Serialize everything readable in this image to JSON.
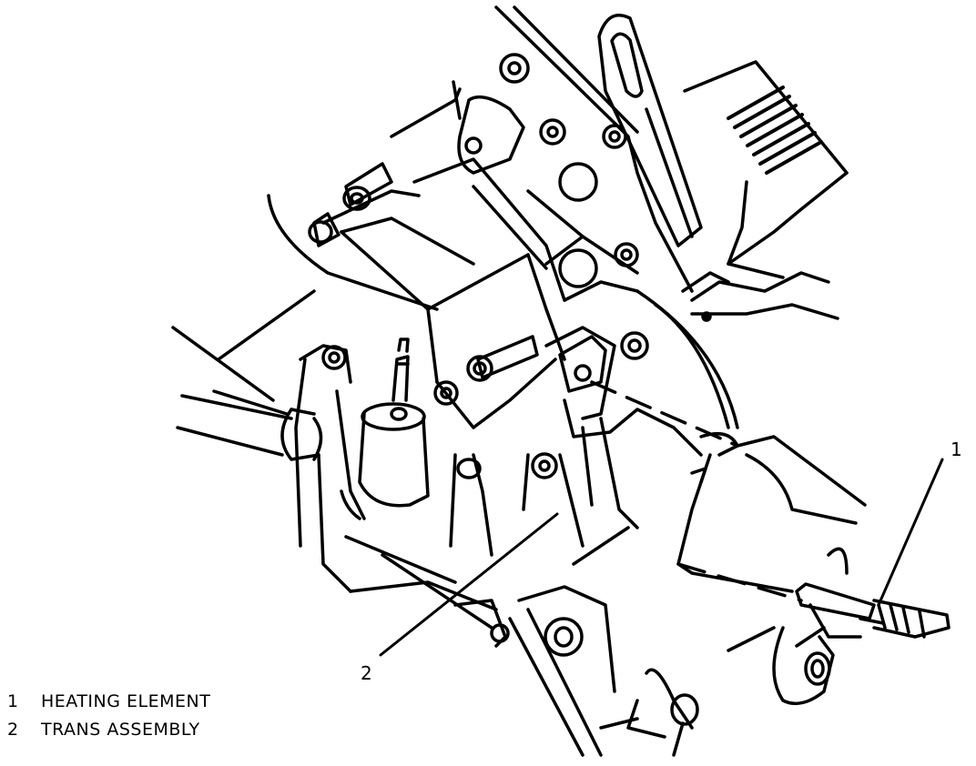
{
  "callouts": [
    {
      "number": "1",
      "label": "HEATING ELEMENT"
    },
    {
      "number": "2",
      "label": "TRANS ASSEMBLY"
    }
  ],
  "colors": {
    "ink": "#000000",
    "paper": "#ffffff"
  }
}
